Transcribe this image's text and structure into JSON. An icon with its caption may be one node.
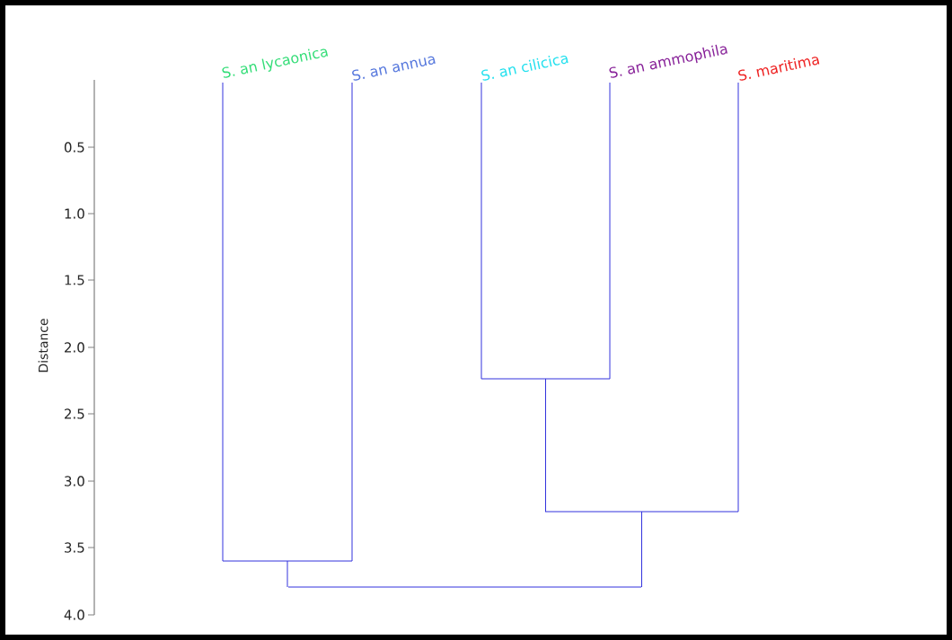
{
  "diagram": {
    "nodes": [
      {
        "text": [
          "S. an lycaonica"
        ]
      },
      {
        "text": [
          "S. an annua"
        ]
      },
      {
        "text": [
          "S. an cilicica"
        ]
      },
      {
        "text": [
          "S. an ammophila"
        ]
      },
      {
        "text": [
          "S. maritima"
        ]
      },
      {
        "text": [],
        "shape": "bar"
      },
      {
        "text": [],
        "shape": "bar"
      },
      {
        "text": [],
        "shape": "bar"
      },
      {
        "text": [],
        "shape": "bar"
      }
    ],
    "edges": [
      {
        "from": 0,
        "to": 7,
        "arrow": "none"
      },
      {
        "from": 1,
        "to": 7,
        "arrow": "none"
      },
      {
        "from": 2,
        "to": 5,
        "arrow": "none"
      },
      {
        "from": 3,
        "to": 5,
        "arrow": "none"
      },
      {
        "from": 5,
        "to": 6,
        "arrow": "none"
      },
      {
        "from": 4,
        "to": 6,
        "arrow": "none"
      },
      {
        "from": 7,
        "to": 8,
        "arrow": "none"
      },
      {
        "from": 6,
        "to": 8,
        "arrow": "none"
      }
    ],
    "labels": [
      "Distance",
      "0.5",
      "1.0",
      "1.5",
      "2.0",
      "2.5",
      "3.0",
      "3.5",
      "4.0"
    ]
  }
}
